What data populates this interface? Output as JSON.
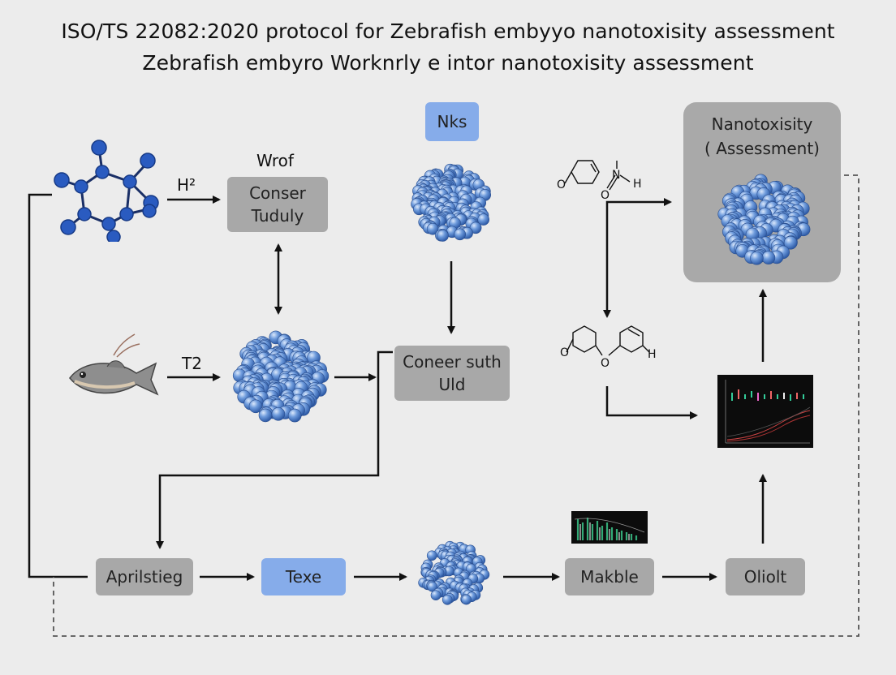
{
  "title": {
    "line1": "ISO/TS 22082:2020 protocol for Zebrafish embyyo nanotoxisity assessment",
    "line2": "Zebrafish embyro Worknrly e intor nanotoxisity assessment"
  },
  "labels": {
    "wrof": "Wrof",
    "h2": "H²",
    "t2": "T2",
    "o1": "O",
    "n_mark": "N",
    "o2": "O",
    "h_mark": "H",
    "o3": "O",
    "o4": "O",
    "h3": "H"
  },
  "boxes": {
    "conser": [
      "Conser",
      "Tuduly"
    ],
    "nks": "Nks",
    "coneer": [
      "Coneer suth",
      "Uld"
    ],
    "aprilstieg": "Aprilstieg",
    "texe": "Texe",
    "makble": "Makble",
    "oliolt": "Oliolt"
  },
  "panel": {
    "line1": "Nanotoxisity",
    "line2": "( Assessment)"
  },
  "colors": {
    "background": "#ececec",
    "gray_box": "#a8a8a8",
    "blue_box": "#86acea",
    "sphere": "#6e9bdc",
    "molecule": "#2a5bc0"
  },
  "icons": [
    "molecule-icon",
    "fish-icon",
    "nanoparticle-cluster-icon",
    "chemical-structure-icon",
    "chart-thumbnail-icon"
  ]
}
